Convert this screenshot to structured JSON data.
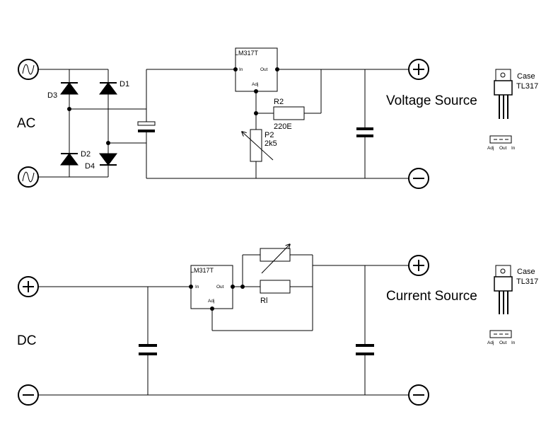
{
  "voltage_circuit": {
    "input_label": "AC",
    "title": "Voltage Source",
    "regulator": {
      "part": "LM317T",
      "pin_in": "In",
      "pin_out": "Out",
      "pin_adj": "Adj"
    },
    "diodes": {
      "d1": "D1",
      "d2": "D2",
      "d3": "D3",
      "d4": "D4"
    },
    "r2": {
      "name": "R2",
      "value": "220E"
    },
    "p2": {
      "name": "P2",
      "value": "2k5"
    },
    "package": {
      "case_label": "Case",
      "part": "TL317",
      "pin_adj": "Adj",
      "pin_out": "Out",
      "pin_in": "In"
    }
  },
  "current_circuit": {
    "input_label": "DC",
    "title": "Current Source",
    "regulator": {
      "part": "LM317T",
      "pin_in": "In",
      "pin_out": "Out",
      "pin_adj": "Adj"
    },
    "resistor": {
      "name": "Rl"
    },
    "package": {
      "case_label": "Case",
      "part": "TL317",
      "pin_adj": "Adj",
      "pin_out": "Out",
      "pin_in": "In"
    }
  },
  "icons": [
    "ac-source-icon",
    "plus-terminal-icon",
    "minus-terminal-icon",
    "diode-icon",
    "capacitor-icon",
    "resistor-icon",
    "potentiometer-icon",
    "regulator-package-icon"
  ]
}
